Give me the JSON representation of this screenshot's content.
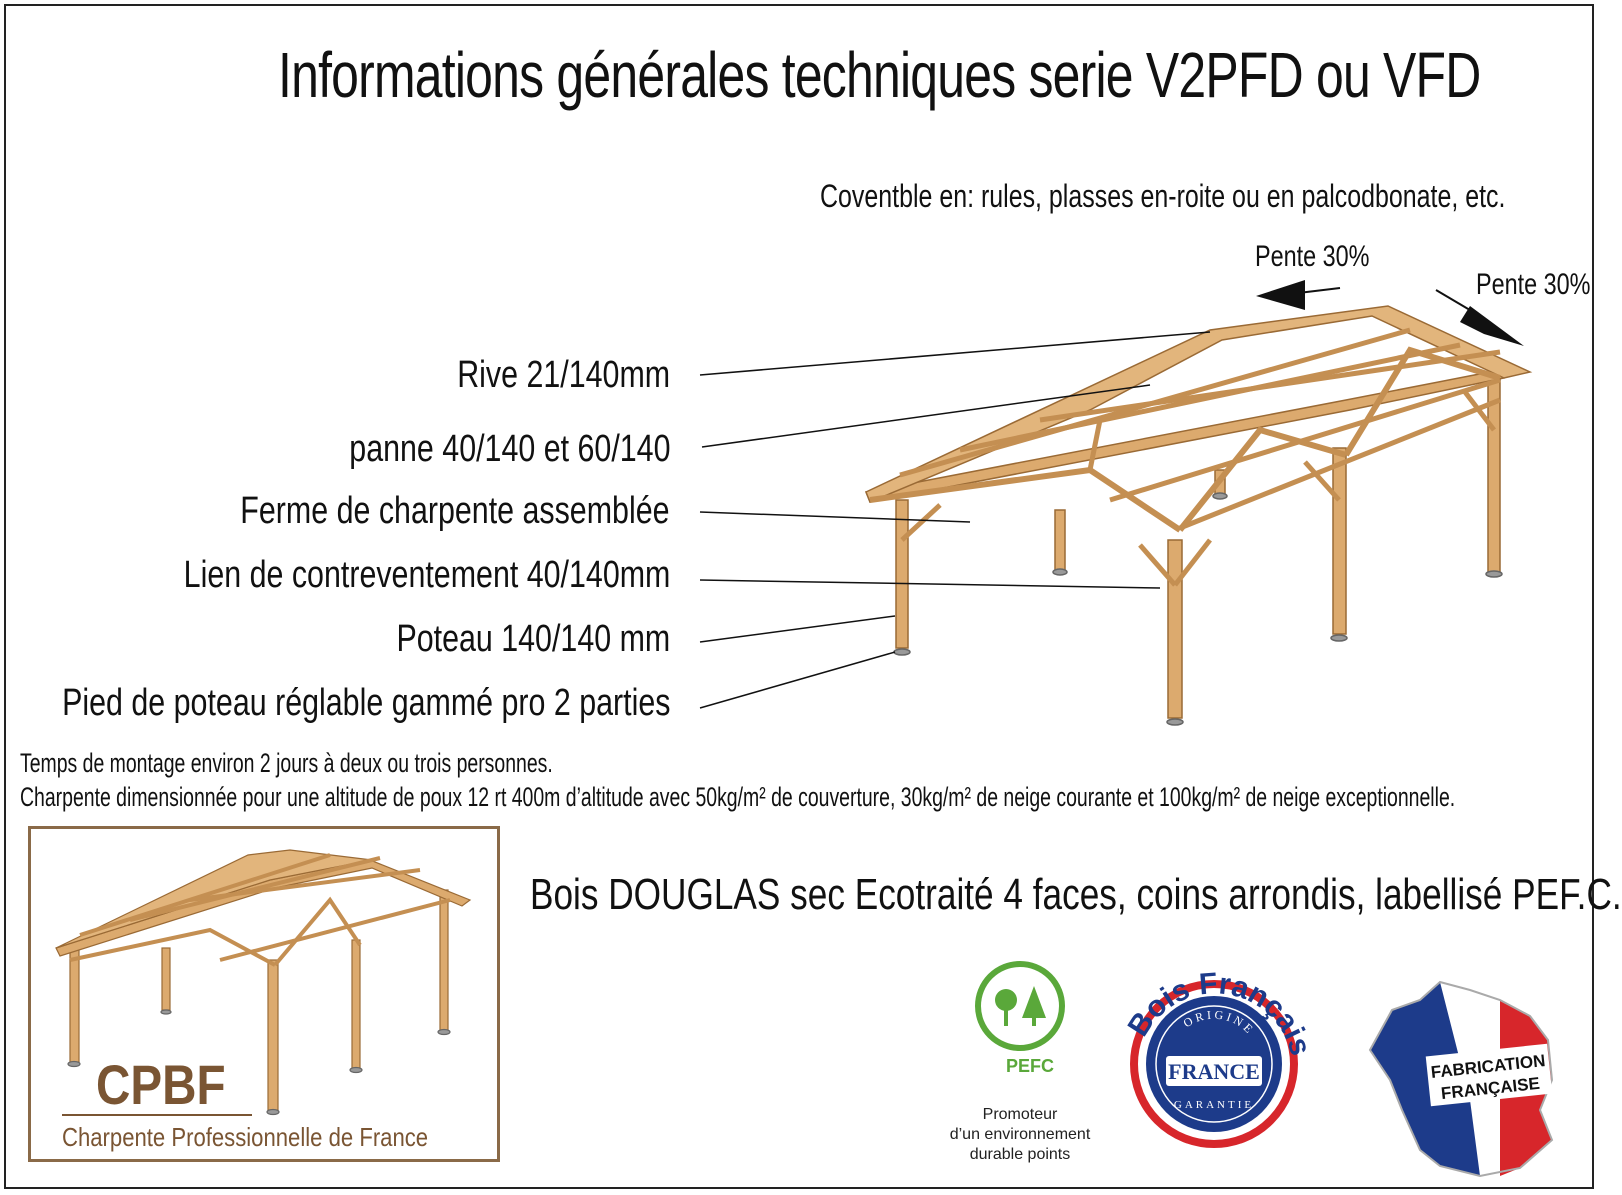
{
  "title": "Informations générales techniques serie V2PFD ou VFD",
  "cover_note": "Coventble en: rules, plasses en-roite ou en palcodbonate, etc.",
  "slope_labels": [
    "Pente 30%",
    "Pente 30%"
  ],
  "part_labels": [
    "Rive 21/140mm",
    "panne 40/140 et 60/140",
    "Ferme de charpente assemblée",
    "Lien de contreventement 40/140mm",
    "Poteau 140/140 mm",
    "Pied de poteau réglable gammé pro 2 parties"
  ],
  "notes": [
    "Temps de montage environ 2 jours à deux ou trois personnes.",
    "Charpente dimensionnée pour une altitude de poux 12 rt 400m d’altitude avec 50kg/m² de couverture, 30kg/m² de neige courante et 100kg/m² de neige exceptionnelle."
  ],
  "wood_info": "Bois DOUGLAS sec Ecotraité 4 faces, coins arrondis, labellisé PEF.C.",
  "brand": {
    "name": "CPBF",
    "subtitle": "Charpente Professionnelle de France"
  },
  "pefc": {
    "logo_text": "PEFC",
    "lines": [
      "Promoteur",
      "d’un environnement",
      "durable points"
    ]
  },
  "badges": {
    "bois_francais": "Bois Français",
    "origine": "ORIGINE",
    "france": "FRANCE",
    "garantie": "GARANTIE",
    "fabrication": [
      "FABRICATION",
      "FRANÇAISE"
    ]
  },
  "colors": {
    "wood": "#d9a56a",
    "wood_dark": "#a8753f",
    "brand": "#7a5533",
    "pefc_green": "#5aa83a",
    "badge_blue": "#1d3b8a",
    "badge_red": "#d7262b"
  }
}
